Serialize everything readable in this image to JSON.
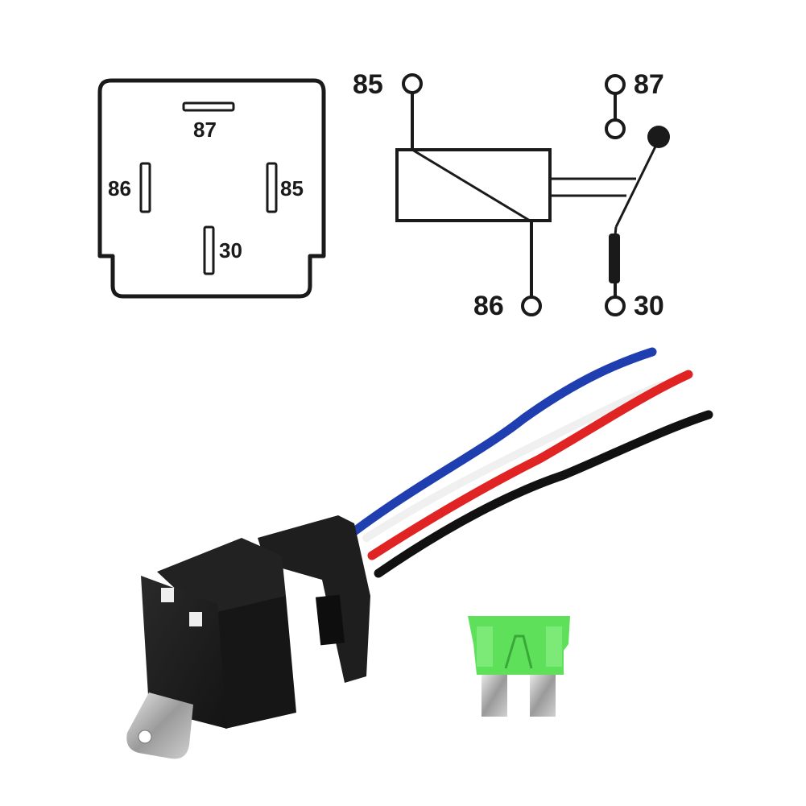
{
  "pinout_diagram": {
    "pins": [
      {
        "label": "87",
        "orientation": "horizontal",
        "position": "top"
      },
      {
        "label": "86",
        "orientation": "vertical",
        "position": "left"
      },
      {
        "label": "85",
        "orientation": "vertical",
        "position": "right"
      },
      {
        "label": "30",
        "orientation": "vertical",
        "position": "bottom"
      }
    ]
  },
  "schematic": {
    "terminals": [
      {
        "label": "85",
        "role": "coil"
      },
      {
        "label": "86",
        "role": "coil"
      },
      {
        "label": "87",
        "role": "normally-open contact"
      },
      {
        "label": "30",
        "role": "common"
      }
    ]
  },
  "product": {
    "relay_harness": {
      "wire_colors": [
        "#1f3fb0",
        "#f2f2f2",
        "#e02424",
        "#111111"
      ],
      "wire_names": [
        "blue",
        "white",
        "red",
        "black"
      ],
      "body_color": "#1c1c1c"
    },
    "fuse": {
      "type": "blade fuse",
      "color": "#5fe05a"
    }
  }
}
